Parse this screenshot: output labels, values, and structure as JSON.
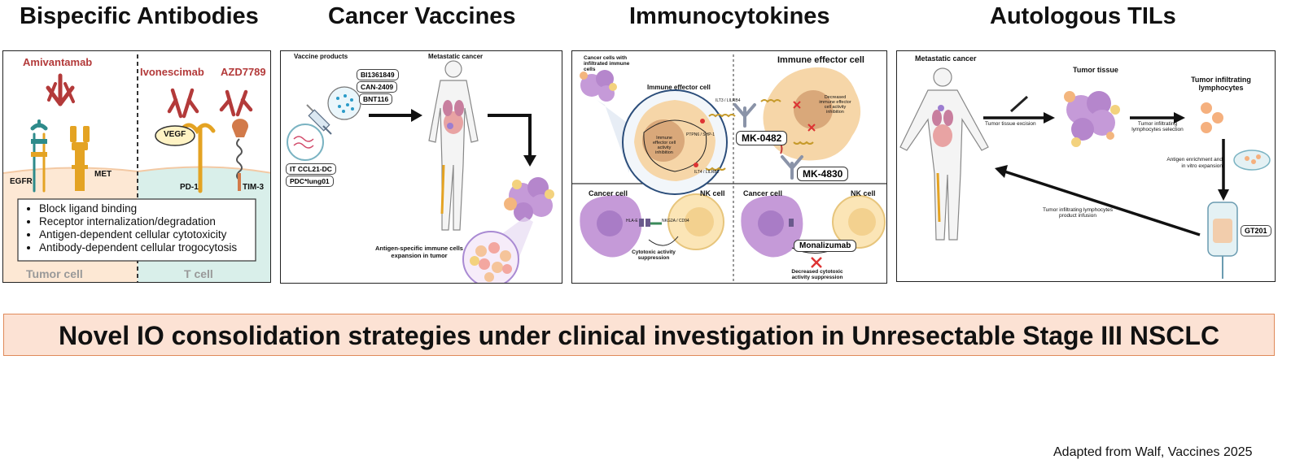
{
  "titles": {
    "bispecific": "Bispecific Antibodies",
    "vaccines": "Cancer Vaccines",
    "immunocytokines": "Immunocytokines",
    "tils": "Autologous TILs"
  },
  "bispecific": {
    "amivantamab": "Amivantamab",
    "ivonescimab": "Ivonescimab",
    "azd7789": "AZD7789",
    "egfr": "EGFR",
    "met": "MET",
    "vegf": "VEGF",
    "pd1": "PD-1",
    "tim3": "TIM-3",
    "mechanisms": [
      "Block ligand binding",
      "Receptor internalization/degradation",
      "Antigen-dependent cellular cytotoxicity",
      "Antibody-dependent cellular trogocytosis"
    ],
    "tumor_cell": "Tumor cell",
    "t_cell": "T cell"
  },
  "vaccines": {
    "vaccine_products": "Vaccine products",
    "metastatic_cancer": "Metastatic cancer",
    "products": [
      "BI1361849",
      "CAN-2409",
      "BNT116"
    ],
    "products_bottom": [
      "IT CCL21-DC",
      "PDC*lung01"
    ],
    "expansion": "Antigen-specific immune cells expansion in tumor"
  },
  "immunocytokines": {
    "cancer_cells_infiltrated": "Cancer cells with infiltrated immune cells",
    "immune_effector_cell_small": "Immune effector cell",
    "immune_effector_cell_big": "Immune effector cell",
    "inhibition": "Immune effector cell activity inhibition",
    "decreased": "Decreased immune effector cell activity inhibition",
    "ilt": "ILT3 / LILRB4",
    "ilt2": "ILT4 / LILRB2",
    "ptpn": "PTPN6 / SHP-1",
    "mk0482": "MK-0482",
    "mk4830": "MK-4830",
    "cancer_cell_1": "Cancer cell",
    "nk_cell_1": "NK cell",
    "cancer_cell_2": "Cancer cell",
    "nk_cell_2": "NK cell",
    "hla_e": "HLA-E",
    "nkg2a": "NKG2A / CD94",
    "cytotoxic_suppression": "Cytotoxic activity suppression",
    "monalizumab": "Monalizumab",
    "decreased_cytotoxic": "Decreased cytotoxic activity suppression"
  },
  "tils": {
    "metastatic_cancer": "Metastatic cancer",
    "tumor_tissue": "Tumor tissue",
    "til_title": "Tumor infiltrating lymphocytes",
    "excision": "Tumor tissue excision",
    "selection": "Tumor infiltrating lymphocytes selection",
    "enrichment": "Antigen enrichment and in vitro expansion",
    "infusion": "Tumor infiltrating lymphocytes product infusion",
    "gt201": "GT201"
  },
  "banner": "Novel IO consolidation strategies under clinical investigation in Unresectable Stage III NSCLC",
  "credit": "Adapted from Walf, Vaccines 2025",
  "colors": {
    "antibody": "#b33a3a",
    "tumor_bg": "#fde8d4",
    "tcell_bg": "#d9efea",
    "purple_cell": "#c59ad8",
    "yellow_cell": "#f6dca2",
    "banner_bg": "#fce2d4",
    "banner_border": "#e08a5a"
  }
}
